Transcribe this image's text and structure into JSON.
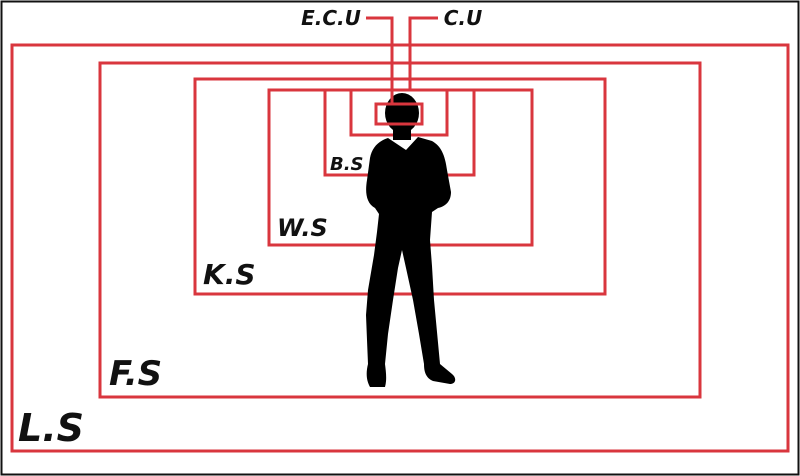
{
  "colors": {
    "frame_stroke": "#d9363e",
    "border": "#111111",
    "silhouette": "#000000",
    "label": "#111111"
  },
  "shots": {
    "long_shot": {
      "label": "L.S"
    },
    "full_shot": {
      "label": "F.S"
    },
    "knee_shot": {
      "label": "K.S"
    },
    "waist_shot": {
      "label": "W.S"
    },
    "bust_shot": {
      "label": "B.S"
    },
    "close_up": {
      "label": "C.U"
    },
    "extreme_close_up": {
      "label": "E.C.U"
    }
  }
}
